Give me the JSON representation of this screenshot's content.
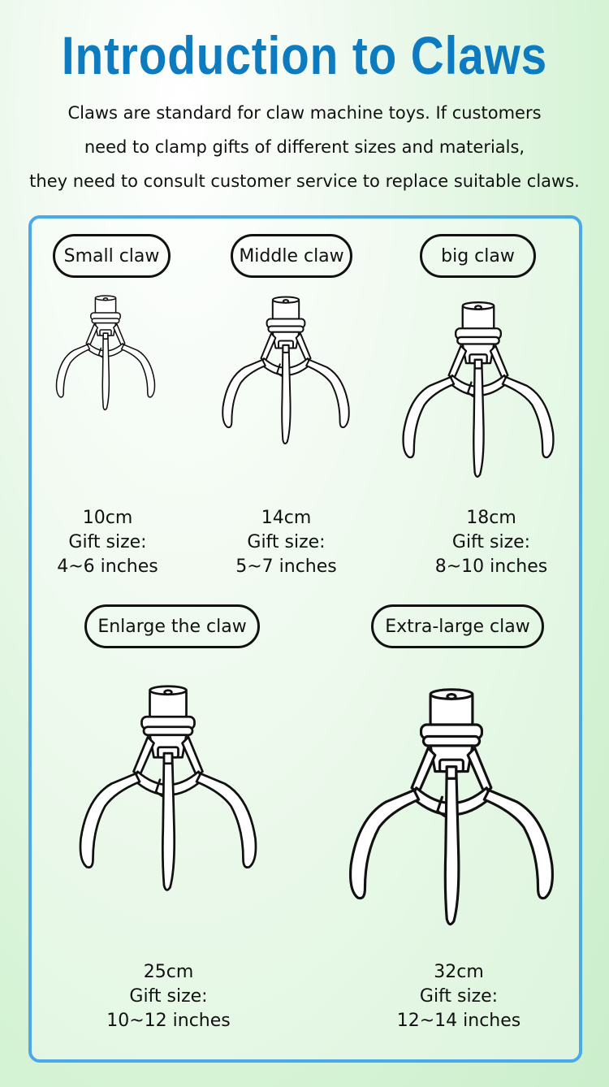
{
  "title": "Introduction to Claws",
  "intro_lines": [
    "Claws are standard for claw machine toys. If customers",
    "need to clamp gifts of different sizes and materials,",
    "they need to consult customer service to replace suitable claws."
  ],
  "claws": [
    {
      "label": "Small claw",
      "size": "10cm",
      "gift_label": "Gift size:",
      "gift_size": "4~6 inches"
    },
    {
      "label": "Middle claw",
      "size": "14cm",
      "gift_label": "Gift size:",
      "gift_size": "5~7 inches"
    },
    {
      "label": "big claw",
      "size": "18cm",
      "gift_label": "Gift size:",
      "gift_size": "8~10 inches"
    },
    {
      "label": "Enlarge the claw",
      "size": "25cm",
      "gift_label": "Gift size:",
      "gift_size": "10~12 inches"
    },
    {
      "label": "Extra-large claw",
      "size": "32cm",
      "gift_label": "Gift size:",
      "gift_size": "12~14 inches"
    }
  ],
  "colors": {
    "title": "#0d7bbf",
    "panel_border": "#4aa9e8",
    "line": "#111111"
  },
  "icons": [
    "claw-illustration"
  ]
}
